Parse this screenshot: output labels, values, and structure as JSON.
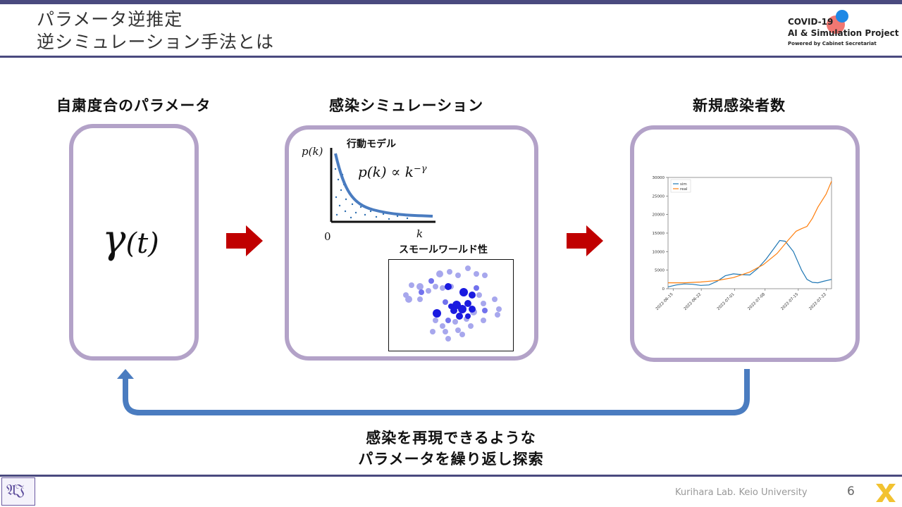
{
  "slide": {
    "title_line1": "パラメータ逆推定",
    "title_line2": "逆シミュレーション手法とは",
    "page_number": "6",
    "footer": "Kurihara Lab. Keio University"
  },
  "logo": {
    "line1": "COVID-19",
    "line2": "AI & Simulation Project",
    "line3": "Powered by Cabinet Secretariat"
  },
  "panels": {
    "left_heading": "自粛度合のパラメータ",
    "middle_heading": "感染シミュレーション",
    "right_heading": "新規感染者数",
    "gamma_symbol": "γ",
    "gamma_sub": "(t)",
    "behavior_label": "行動モデル",
    "pk_axis_label": "p(k)",
    "power_law": "p(k) ∝ k",
    "power_law_exp": "−γ",
    "k_label": "k",
    "zero_label": "0",
    "small_world_label": "スモールワールド性"
  },
  "loop": {
    "line1": "感染を再現できるような",
    "line2": "パラメータを繰り返し探索"
  },
  "colors": {
    "accent_bar": "#4a4a7f",
    "box_border": "#b3a2c8",
    "arrow_red": "#c00000",
    "loop_blue": "#4a7cc0",
    "sim_line": "#1f77b4",
    "real_line": "#ff7f0e"
  },
  "chart_data": {
    "type": "line",
    "x": [
      "2022-06-15",
      "2022-06-22",
      "2022-07-01",
      "2022-07-08",
      "2022-07-15",
      "2022-07-22"
    ],
    "xtick_labels": [
      "2022-06-15",
      "2022-06-22",
      "2022-07-01",
      "2022-07-08",
      "2022-07-15",
      "2022-07-22"
    ],
    "ytick_labels": [
      "0",
      "5000",
      "10000",
      "15000",
      "20000",
      "25000",
      "30000"
    ],
    "ylim": [
      0,
      30000
    ],
    "legend": "top-left",
    "series": [
      {
        "name": "sim",
        "color": "#1f77b4",
        "points": [
          [
            0,
            500
          ],
          [
            3,
            1000
          ],
          [
            6,
            1300
          ],
          [
            9,
            1200
          ],
          [
            12,
            900
          ],
          [
            15,
            1000
          ],
          [
            18,
            2000
          ],
          [
            21,
            3500
          ],
          [
            24,
            4000
          ],
          [
            27,
            3800
          ],
          [
            30,
            3700
          ],
          [
            33,
            5500
          ],
          [
            36,
            8000
          ],
          [
            39,
            11000
          ],
          [
            41,
            13000
          ],
          [
            43,
            12800
          ],
          [
            46,
            10000
          ],
          [
            49,
            5000
          ],
          [
            51,
            2500
          ],
          [
            53,
            1700
          ],
          [
            55,
            1600
          ],
          [
            57,
            2000
          ],
          [
            60,
            2500
          ]
        ]
      },
      {
        "name": "real",
        "color": "#ff7f0e",
        "points": [
          [
            0,
            1600
          ],
          [
            6,
            1600
          ],
          [
            12,
            1800
          ],
          [
            18,
            2200
          ],
          [
            24,
            3000
          ],
          [
            30,
            4500
          ],
          [
            35,
            6500
          ],
          [
            40,
            9500
          ],
          [
            44,
            13000
          ],
          [
            47,
            15500
          ],
          [
            49,
            16200
          ],
          [
            51,
            16800
          ],
          [
            53,
            19000
          ],
          [
            55,
            22000
          ],
          [
            58,
            25500
          ],
          [
            60,
            29000
          ]
        ]
      }
    ]
  }
}
